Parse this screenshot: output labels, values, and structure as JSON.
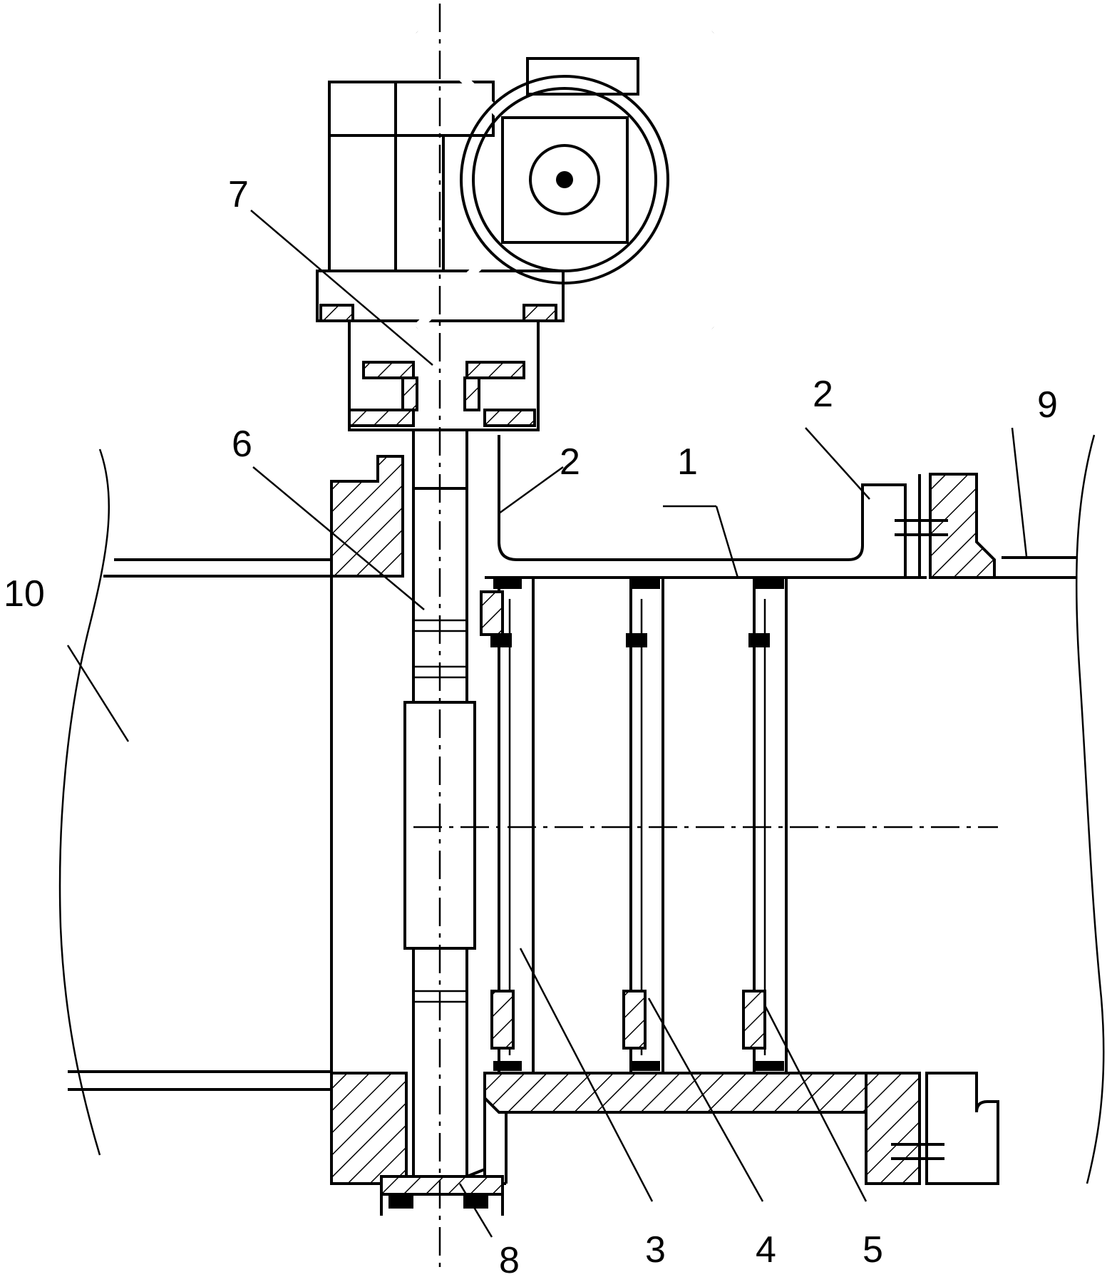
{
  "figure": {
    "labels": {
      "l1": "1",
      "l2a": "2",
      "l2b": "2",
      "l3": "3",
      "l4": "4",
      "l5": "5",
      "l6": "6",
      "l7": "7",
      "l8": "8",
      "l9": "9",
      "l10": "10"
    }
  }
}
